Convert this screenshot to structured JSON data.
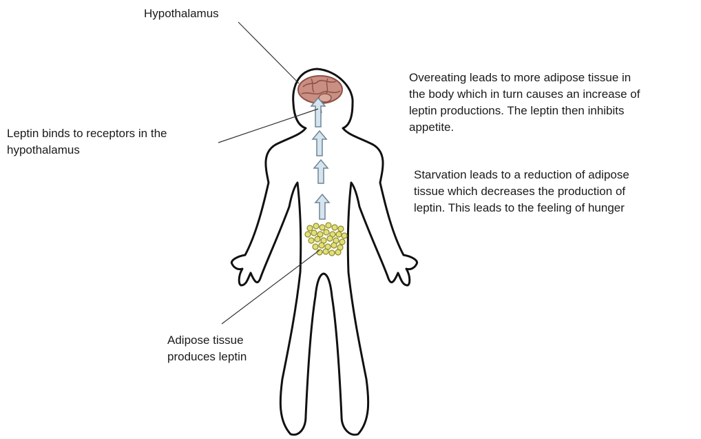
{
  "labels": {
    "hypothalamus": "Hypothalamus",
    "leptin_binds": [
      "Leptin binds to receptors in the",
      "hypothalamus"
    ],
    "adipose": [
      "Adipose tissue",
      "produces leptin"
    ]
  },
  "notes": {
    "overeating": [
      "Overeating leads to more adipose tissue in",
      "the body which in turn causes an increase of",
      "leptin productions. The leptin then inhibits",
      "appetite."
    ],
    "starvation": [
      "Starvation leads to a reduction of adipose",
      "tissue which decreases the production of",
      "leptin. This leads to the feeling of hunger"
    ]
  },
  "colors": {
    "outline": "#111111",
    "brain": "#c98f82",
    "brain_dark": "#8e5046",
    "arrow_fill": "#d6e4ee",
    "arrow_stroke": "#6d8496",
    "fat_fill": "#e3e07a",
    "fat_stroke": "#8c8a2a",
    "leader": "#333333"
  },
  "icons": {
    "brain": "brain-icon",
    "fat": "adipose-cluster-icon",
    "arrow": "up-arrow-icon"
  }
}
